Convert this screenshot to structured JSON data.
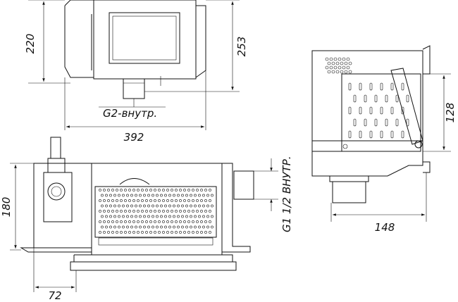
{
  "drawing": {
    "top_view": {
      "dim_height": "220",
      "dim_height_total": "253",
      "dim_width": "392",
      "outlet_label": "G2-внутр."
    },
    "side_view": {
      "dim_panel": "128",
      "dim_depth": "148"
    },
    "front_view": {
      "dim_height": "180",
      "dim_offset": "72",
      "outlet_label": "G1 1/2 ВНУТР."
    }
  }
}
